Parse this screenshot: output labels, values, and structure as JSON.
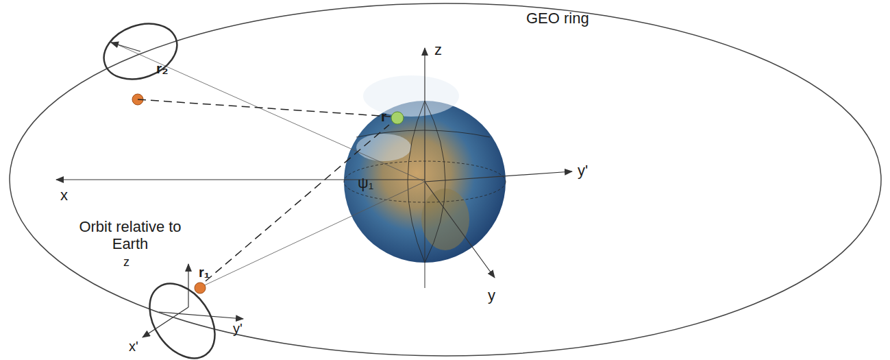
{
  "diagram": {
    "labels": [
      "GEO ring",
      "r₂",
      "r",
      "z",
      "x",
      "ψ₁",
      "y'",
      "y",
      "Orbit relative to Earth",
      "z",
      "r₁",
      "x'",
      "y'"
    ]
  }
}
